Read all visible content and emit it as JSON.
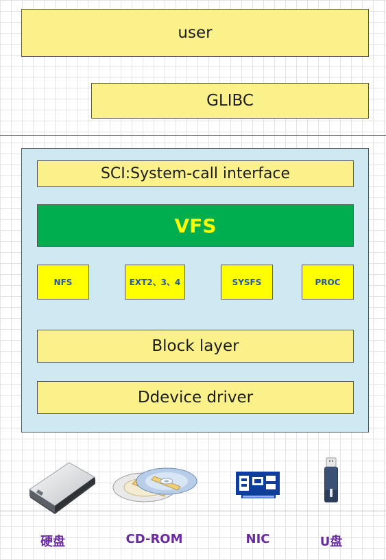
{
  "user_layer": {
    "label": "user"
  },
  "glibc_layer": {
    "label": "GLIBC"
  },
  "kernel": {
    "sci": {
      "label": "SCI:System-call interface"
    },
    "vfs": {
      "label": "VFS"
    },
    "filesystems": [
      {
        "label": "NFS"
      },
      {
        "label": "EXT2、3、4"
      },
      {
        "label": "SYSFS"
      },
      {
        "label": "PROC"
      }
    ],
    "block_layer": {
      "label": "Block layer"
    },
    "device_driver": {
      "label": "Ddevice driver"
    }
  },
  "devices": [
    {
      "label": "硬盘",
      "icon": "hard-disk-icon"
    },
    {
      "label": "CD-ROM",
      "icon": "cd-rom-icon"
    },
    {
      "label": "NIC",
      "icon": "network-card-icon"
    },
    {
      "label": "U盘",
      "icon": "usb-drive-icon"
    }
  ],
  "colors": {
    "layer_fill": "#fbf18b",
    "kernel_fill": "#cfe9f3",
    "vfs_fill": "#00ad4f",
    "vfs_text": "#ffff00",
    "fs_fill": "#ffff00",
    "fs_text": "#2457a8",
    "device_label": "#6a2aa0"
  }
}
